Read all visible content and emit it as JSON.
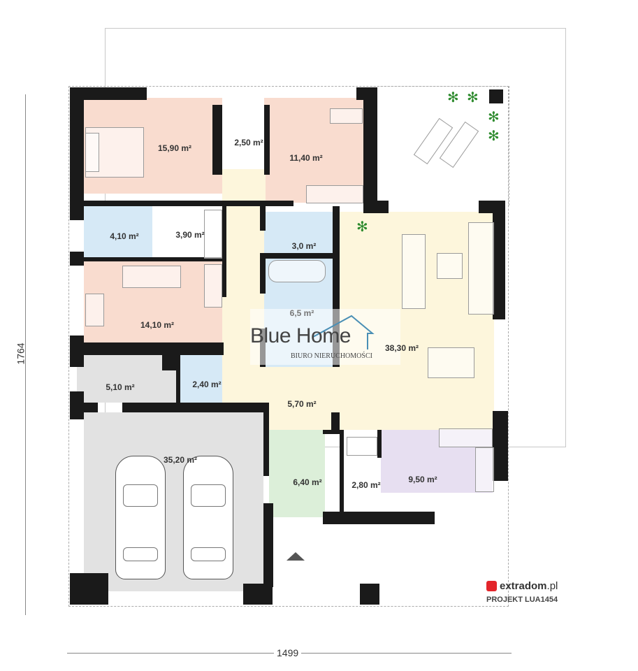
{
  "plan": {
    "rooms": [
      {
        "id": "bedroom-1",
        "area": "15,90 m²"
      },
      {
        "id": "closet-1",
        "area": "2,50 m²"
      },
      {
        "id": "bedroom-2",
        "area": "11,40 m²"
      },
      {
        "id": "bathroom-1",
        "area": "4,10 m²"
      },
      {
        "id": "closet-2",
        "area": "3,90 m²"
      },
      {
        "id": "wc-1",
        "area": "3,0 m²"
      },
      {
        "id": "bathroom-2",
        "area": "6,5 m²"
      },
      {
        "id": "bedroom-3",
        "area": "14,10 m²"
      },
      {
        "id": "living-room",
        "area": "38,30 m²"
      },
      {
        "id": "entry",
        "area": "5,10 m²"
      },
      {
        "id": "wc-2",
        "area": "2,40 m²"
      },
      {
        "id": "hall",
        "area": "5,70 m²"
      },
      {
        "id": "garage",
        "area": "35,20 m²"
      },
      {
        "id": "vestibule",
        "area": "6,40 m²"
      },
      {
        "id": "pantry",
        "area": "2,80 m²"
      },
      {
        "id": "kitchen",
        "area": "9,50 m²"
      }
    ],
    "dimensions": {
      "height": "1764",
      "width": "1499"
    },
    "colors": {
      "bedroom": "#f9dccf",
      "bath": "#d6e9f6",
      "living": "#fdf6dc",
      "garage": "#e2e2e2",
      "vestibule": "#dcefd9",
      "kitchen": "#e7dff1",
      "wall": "#1a1a1a"
    }
  },
  "watermark": {
    "title": "Blue Home",
    "subtitle": "BIURO NIERUCHOMOŚCI"
  },
  "branding": {
    "logo_text": "extradom",
    "logo_suffix": ".pl",
    "project": "PROJEKT LUA1454"
  }
}
